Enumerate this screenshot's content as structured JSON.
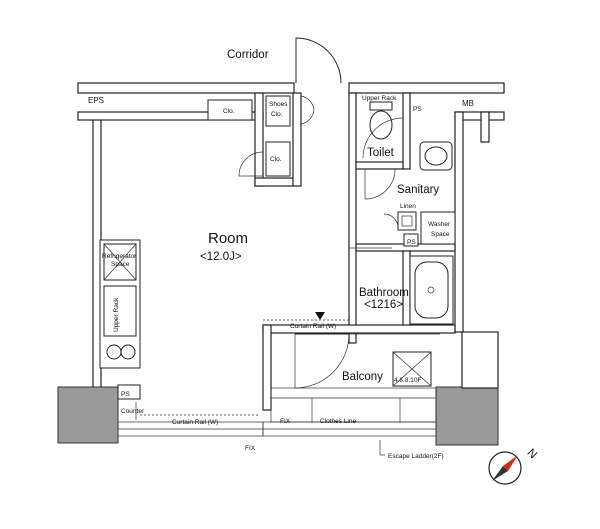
{
  "labels": {
    "corridor": "Corridor",
    "eps": "EPS",
    "mb": "MB",
    "clo_1": "Clo.",
    "shoes_clo_line1": "Shoes",
    "shoes_clo_line2": "Clo.",
    "clo_2": "Clo.",
    "upper_rack_toilet": "Upper Rack",
    "ps_top": "PS",
    "toilet": "Toilet",
    "sanitary": "Sanitary",
    "linen": "Linen",
    "washer_line1": "Washer",
    "washer_line2": "Space",
    "ps_mid": "PS",
    "room_name": "Room",
    "room_size": "<12.0J>",
    "refrigerator_line1": "Refrigerator",
    "refrigerator_line2": "Space",
    "upper_rack_kitchen": "Upper Rack",
    "bathroom_name": "Bathroom",
    "bathroom_size": "<1216>",
    "curtain_rail_w_top": "Curtain Rail (W)",
    "balcony": "Balcony",
    "floors_note": "4.6.8.10F",
    "ps_bottom": "PS",
    "counter": "Counter",
    "curtain_rail_w_bottom": "Curtain Rail (W)",
    "fix_1": "FIX",
    "fix_2": "FIX",
    "clothes_line": "Clothes Line",
    "escape_ladder": "Escape Ladder(2F)",
    "compass_n": "N"
  }
}
